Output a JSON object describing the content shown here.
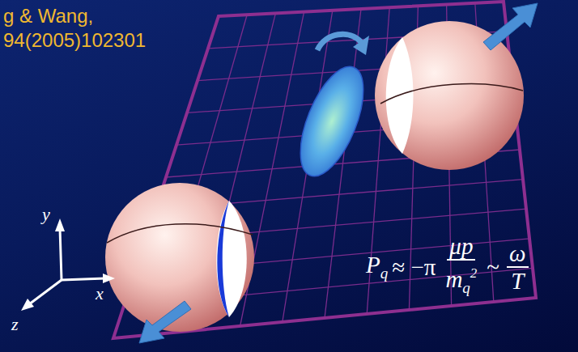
{
  "diagram": {
    "labels": [
      "g & Wang,",
      "94(2005)102301",
      "y",
      "x",
      "z",
      "P",
      "q",
      "≈ −π",
      "μp",
      "m",
      "q",
      "2",
      "~",
      "ω",
      "T"
    ]
  }
}
